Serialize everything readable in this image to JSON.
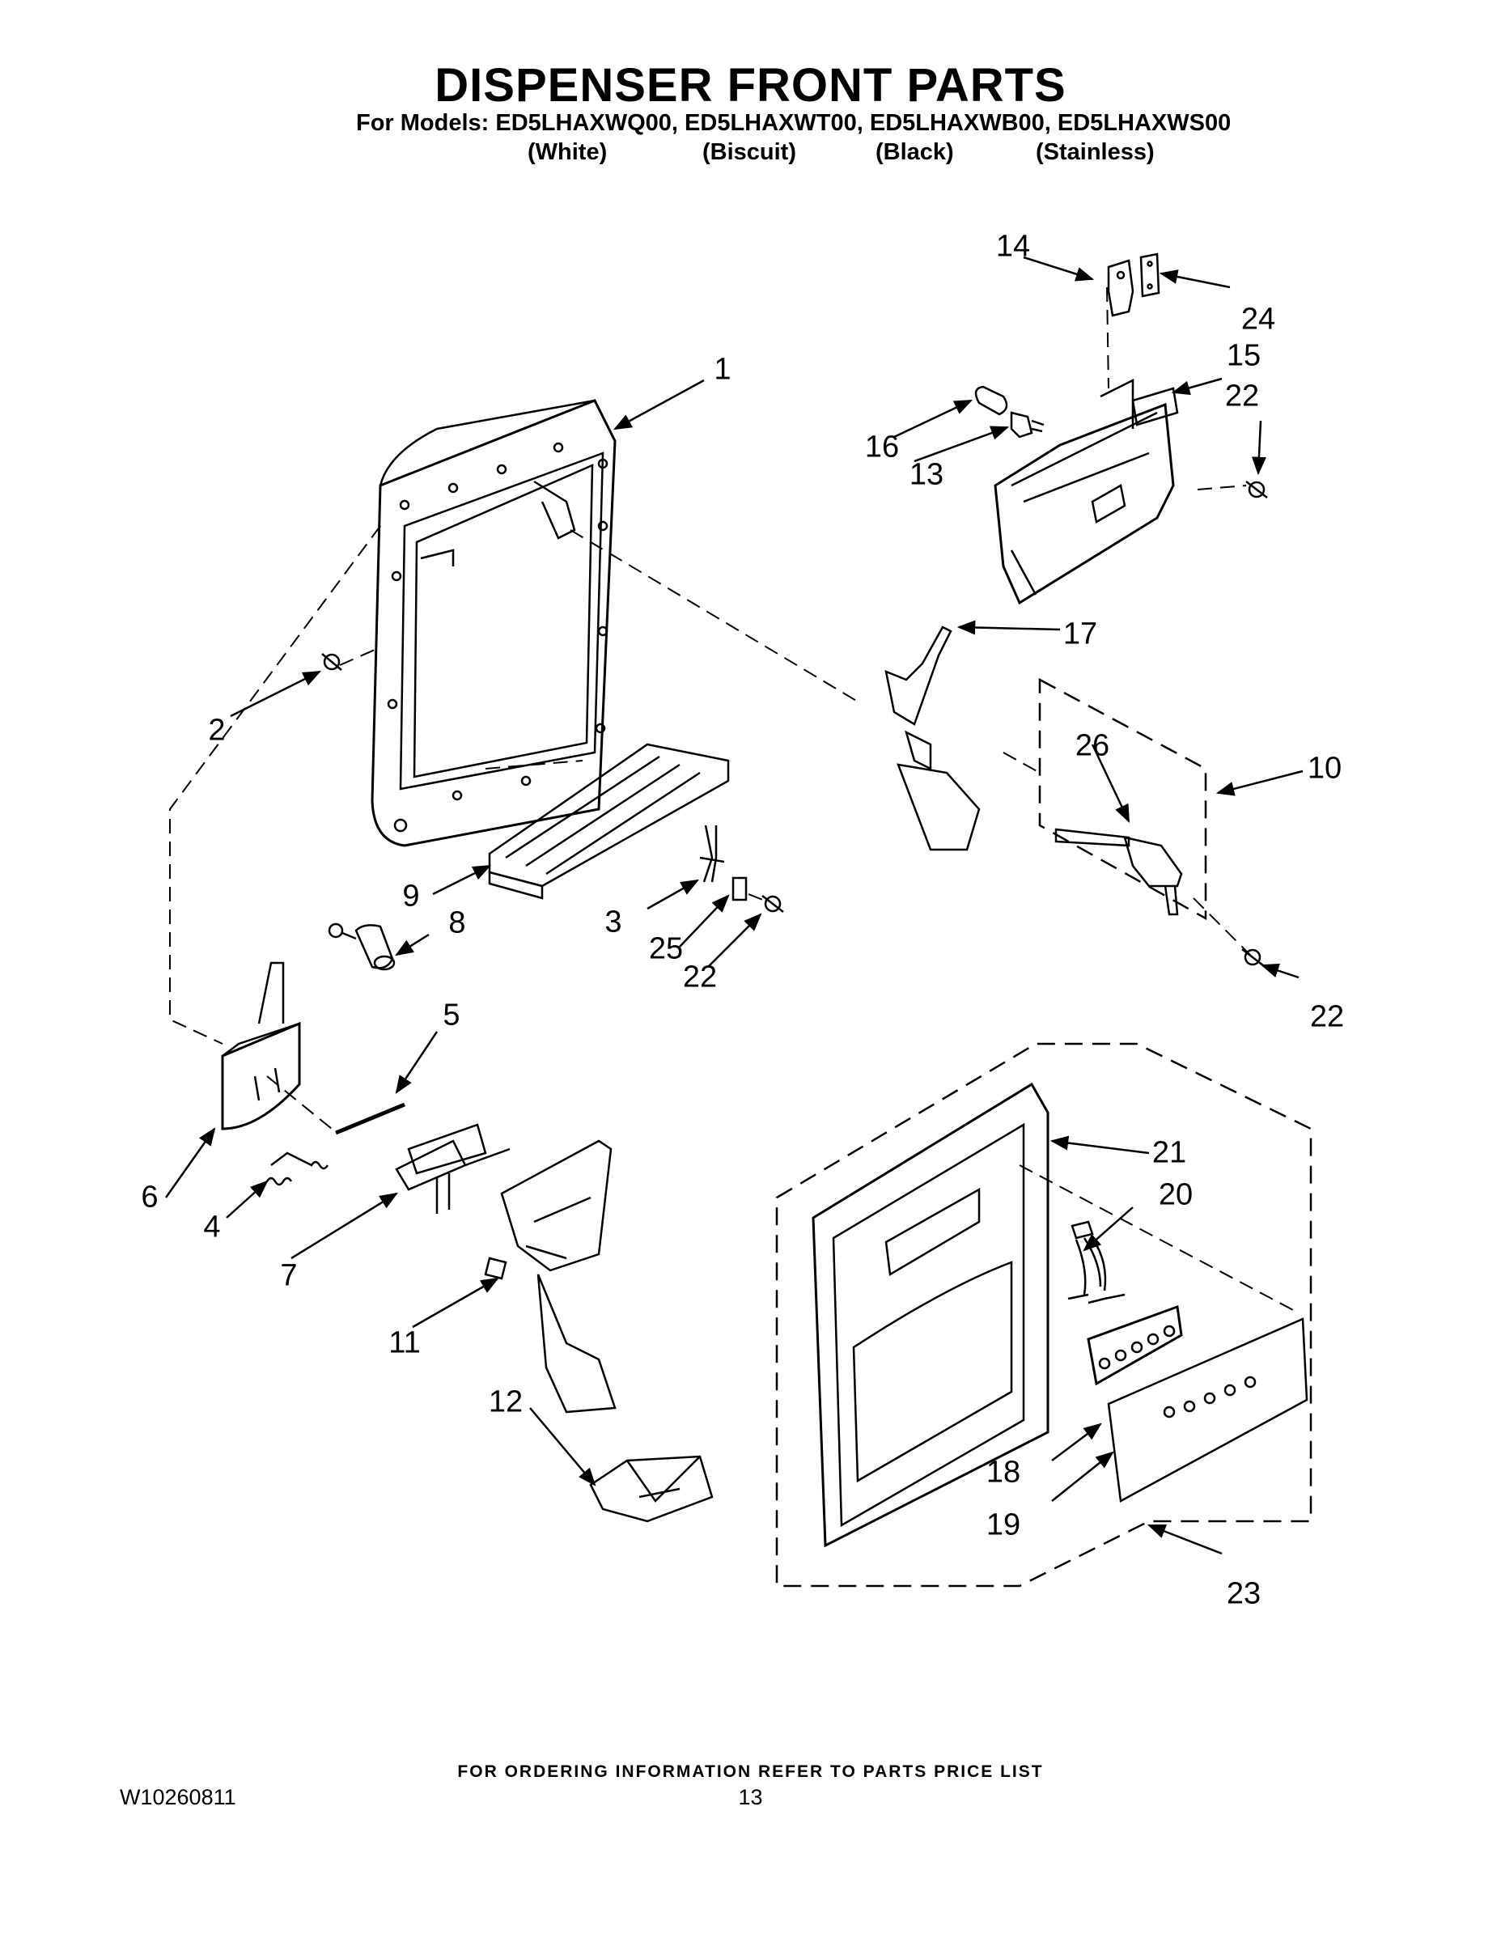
{
  "header": {
    "title": "DISPENSER FRONT PARTS",
    "models_line": "For Models: ED5LHAXWQ00, ED5LHAXWT00, ED5LHAXWB00, ED5LHAXWS00",
    "colors": [
      "(White)",
      "(Biscuit)",
      "(Black)",
      "(Stainless)"
    ]
  },
  "callouts": [
    "1",
    "2",
    "3",
    "4",
    "5",
    "6",
    "7",
    "8",
    "9",
    "10",
    "11",
    "12",
    "13",
    "14",
    "15",
    "16",
    "17",
    "18",
    "19",
    "20",
    "21",
    "22",
    "22",
    "22",
    "22",
    "23",
    "24",
    "25",
    "26"
  ],
  "footer": {
    "ordering_note": "FOR ORDERING INFORMATION REFER TO PARTS PRICE LIST",
    "document_number": "W10260811",
    "page_number": "13"
  }
}
